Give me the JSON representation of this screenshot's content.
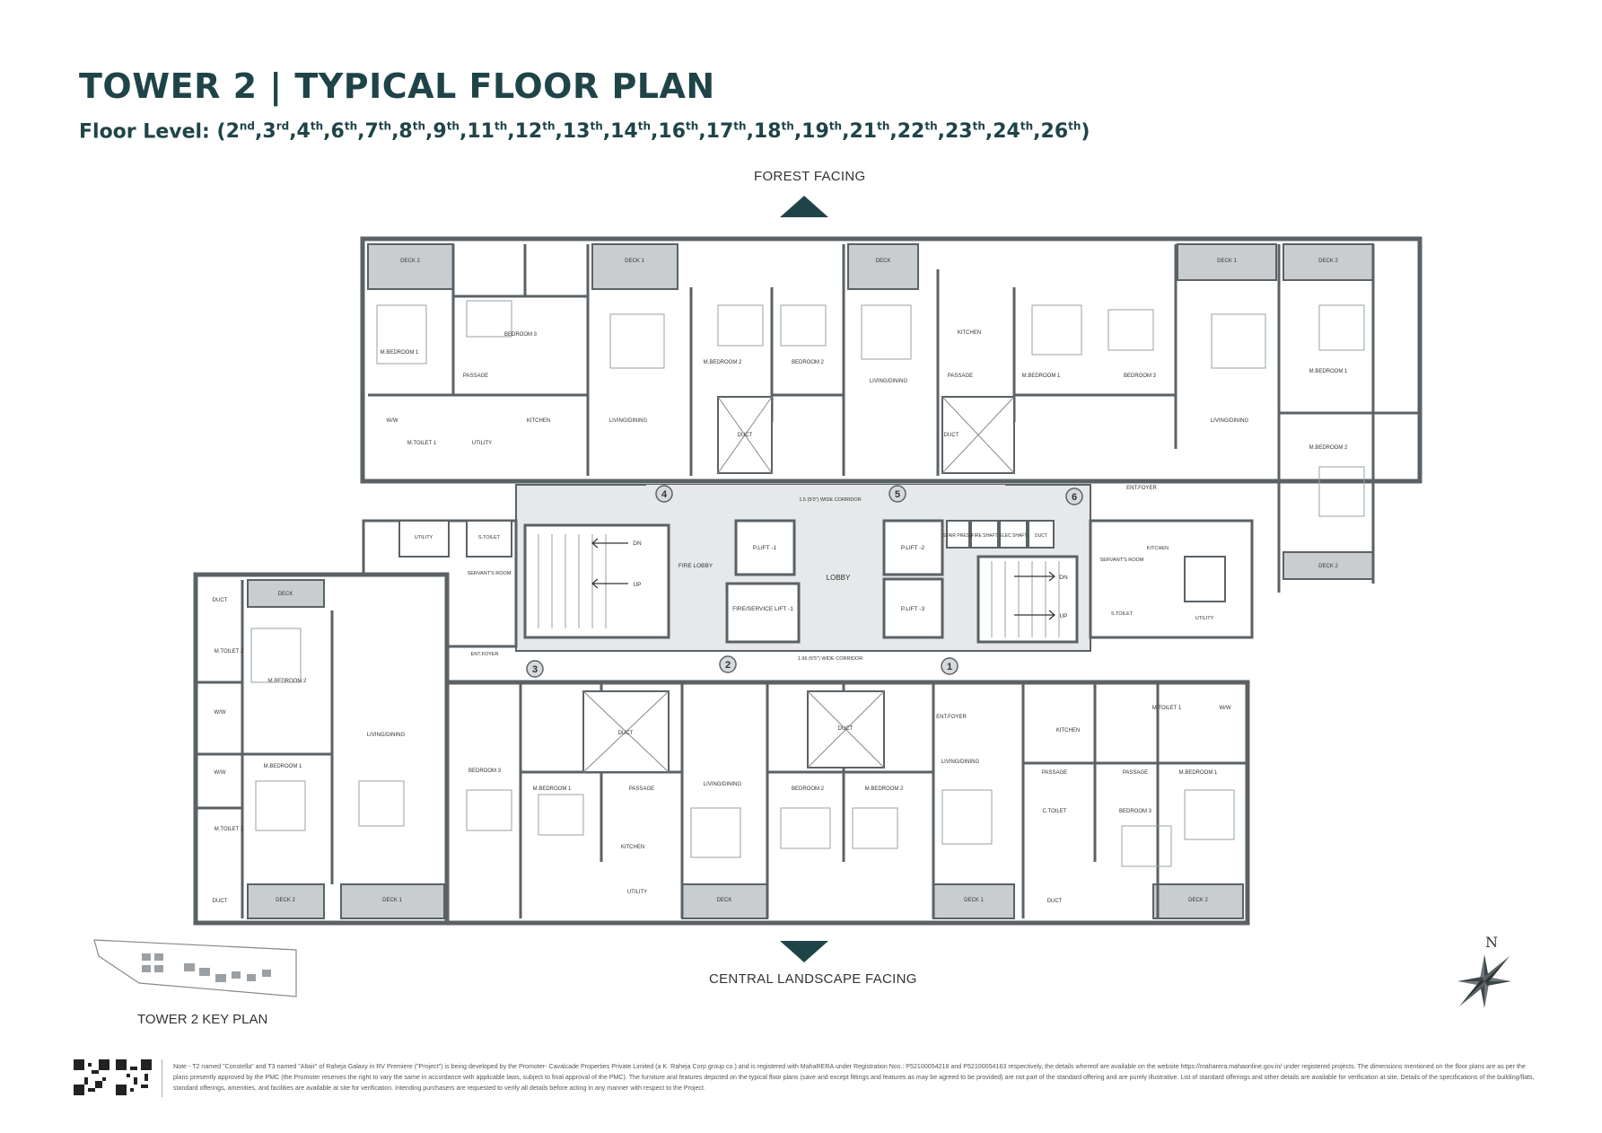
{
  "header": {
    "title": "TOWER 2 | TYPICAL FLOOR PLAN",
    "subtitle_prefix": "Floor Level: (",
    "floors": [
      {
        "n": "2",
        "s": "nd"
      },
      {
        "n": "3",
        "s": "rd"
      },
      {
        "n": "4",
        "s": "th"
      },
      {
        "n": "6",
        "s": "th"
      },
      {
        "n": "7",
        "s": "th"
      },
      {
        "n": "8",
        "s": "th"
      },
      {
        "n": "9",
        "s": "th"
      },
      {
        "n": "11",
        "s": "th"
      },
      {
        "n": "12",
        "s": "th"
      },
      {
        "n": "13",
        "s": "th"
      },
      {
        "n": "14",
        "s": "th"
      },
      {
        "n": "16",
        "s": "th"
      },
      {
        "n": "17",
        "s": "th"
      },
      {
        "n": "18",
        "s": "th"
      },
      {
        "n": "19",
        "s": "th"
      },
      {
        "n": "21",
        "s": "th"
      },
      {
        "n": "22",
        "s": "th"
      },
      {
        "n": "23",
        "s": "th"
      },
      {
        "n": "24",
        "s": "th"
      },
      {
        "n": "26",
        "s": "th"
      }
    ],
    "subtitle_suffix": ")"
  },
  "facing": {
    "top": "FOREST FACING",
    "bottom": "CENTRAL LANDSCAPE FACING"
  },
  "core": {
    "lobby": "LOBBY",
    "corridor_top": "1.5 (5'0\") WIDE CORRIDOR",
    "corridor_bottom": "1.96 (6'5\") WIDE CORRIDOR",
    "fire_lobby": "FIRE LOBBY",
    "plift1": "P.LIFT -1",
    "plift2": "P.LIFT -2",
    "plift3": "P.LIFT -3",
    "fire_service_lift": "FIRE/SERVICE LIFT -1",
    "stair_press": "STAIR PRESS",
    "fire_shaft": "FIRE SHAFT",
    "elec_shaft": "ELEC SHAFT",
    "duct": "DUCT",
    "dn": "DN",
    "up": "UP"
  },
  "unit_markers": [
    "1",
    "2",
    "3",
    "4",
    "5",
    "6"
  ],
  "rooms": {
    "deck1": "DECK 1",
    "deck2": "DECK 2",
    "deck": "DECK",
    "living": "LIVING/DINING",
    "mbed1": "M.BEDROOM 1",
    "mbed2": "M.BEDROOM 2",
    "bed2": "BEDROOM 2",
    "bed3": "BEDROOM 3",
    "kitchen": "KITCHEN",
    "passage": "PASSAGE",
    "utility": "UTILITY",
    "mtoilet1": "M.TOILET 1",
    "mtoilet2": "M.TOILET 2",
    "ctoilet": "C.TOILET",
    "ww": "W/W",
    "entfoyer": "ENT.FOYER",
    "servant": "SERVANT'S ROOM",
    "stoilet": "S.TOILET",
    "duct": "DUCT"
  },
  "keyplan": {
    "label": "TOWER 2 KEY PLAN"
  },
  "north": {
    "label": "N"
  },
  "note": "Note - T2 named \"Constella\" and T3 named \"Altair\" of Raheja Galaxy in RV Premiere (\"Project\") is being developed by the Promoter- Cavalcade Properties Private Limited (a K. Raheja Corp group co.) and is registered with MahaRERA under Registration Nos.: P52100054218 and P52100054163 respectively, the details whereof are available on the website https://maharera.mahaonline.gov.in/ under registered projects. The dimensions mentioned on the floor plans are as per the plans presently approved by the PMC (the Promoter reserves the right to vary the same in accordance with applicable laws, subject to final approval of the PMC). The furniture and features depicted on the typical floor plans (save and except fittings and features as may be agreed to be provided) are not part of the standard offering and are purely illustrative. List of standard offerings and other details are available for verification at site. Details of the specifications of the building/flats, standard offerings, amenities, and facilities are available at site for verification. Intending purchasers are requested to verify all details before acting in any manner with respect to the Project.",
  "colors": {
    "primary": "#1f4448",
    "wall": "#5b6266",
    "deck": "#c9cdcf",
    "corridor": "#e6e8e9"
  }
}
